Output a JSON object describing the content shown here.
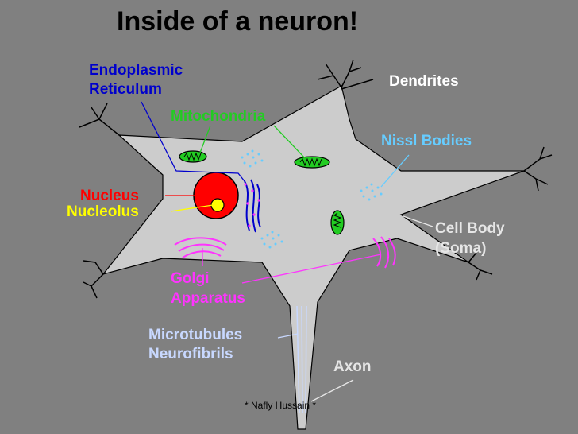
{
  "title": "Inside of a neuron!",
  "colors": {
    "background": "#808080",
    "cell": "#cccccc",
    "er": "#0000cc",
    "mitochondria": "#22cc22",
    "nucleus": "#ff0000",
    "nucleolus": "#ffff00",
    "nissl": "#66ccff",
    "golgi": "#ff33ff",
    "microtubules": "#c8d8ff",
    "cell_body": "#e6e6e6",
    "dendrites": "#ffffff"
  },
  "labels": {
    "er_line1": "Endoplasmic",
    "er_line2": "Reticulum",
    "mitochondria": "Mitochondria",
    "dendrites": "Dendrites",
    "nissl": "Nissl Bodies",
    "nucleus": "Nucleus",
    "nucleolus": "Nucleolus",
    "cell_body_line1": "Cell Body",
    "cell_body_line2": "(Soma)",
    "golgi_line1": "Golgi",
    "golgi_line2": "Apparatus",
    "microtubules_line1": "Microtubules",
    "microtubules_line2": "Neurofibrils",
    "axon": "Axon"
  },
  "credit": "* Nafly Hussain *"
}
